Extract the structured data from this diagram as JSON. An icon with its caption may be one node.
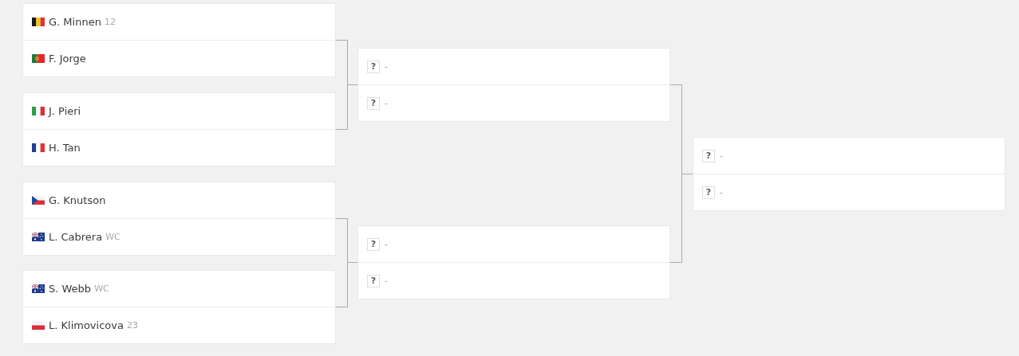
{
  "diagram": {
    "nodes": [
      {
        "text": [],
        "shape": "box"
      },
      {
        "text": [
          "G. Minnen",
          "12"
        ],
        "in": 0
      },
      {
        "text": [
          "F. Jorge"
        ],
        "in": 0
      },
      {
        "text": [],
        "shape": "box"
      },
      {
        "text": [
          "J. Pieri"
        ],
        "in": 3
      },
      {
        "text": [
          "H. Tan"
        ],
        "in": 3
      },
      {
        "text": [],
        "shape": "box"
      },
      {
        "text": [
          "G. Knutson"
        ],
        "in": 6
      },
      {
        "text": [
          "L. Cabrera",
          "WC"
        ],
        "in": 6
      },
      {
        "text": [],
        "shape": "box"
      },
      {
        "text": [
          "S. Webb",
          "WC"
        ],
        "in": 9
      },
      {
        "text": [
          "L. Klimovicova",
          "23"
        ],
        "in": 9
      },
      {
        "text": [],
        "shape": "box"
      },
      {
        "text": [
          "?",
          "-"
        ],
        "in": 12
      },
      {
        "text": [
          "?",
          "-"
        ],
        "in": 12
      },
      {
        "text": [],
        "shape": "box"
      },
      {
        "text": [
          "?",
          "-"
        ],
        "in": 15
      },
      {
        "text": [
          "?",
          "-"
        ],
        "in": 15
      },
      {
        "text": [],
        "shape": "box"
      },
      {
        "text": [
          "?",
          "-"
        ],
        "in": 18
      },
      {
        "text": [
          "?",
          "-"
        ],
        "in": 18
      }
    ],
    "edges": [
      {
        "from": 0,
        "to": 12,
        "arrow": "none"
      },
      {
        "from": 3,
        "to": 12,
        "arrow": "none"
      },
      {
        "from": 6,
        "to": 15,
        "arrow": "none"
      },
      {
        "from": 9,
        "to": 15,
        "arrow": "none"
      },
      {
        "from": 12,
        "to": 18,
        "arrow": "none"
      },
      {
        "from": 15,
        "to": 18,
        "arrow": "none"
      }
    ]
  }
}
